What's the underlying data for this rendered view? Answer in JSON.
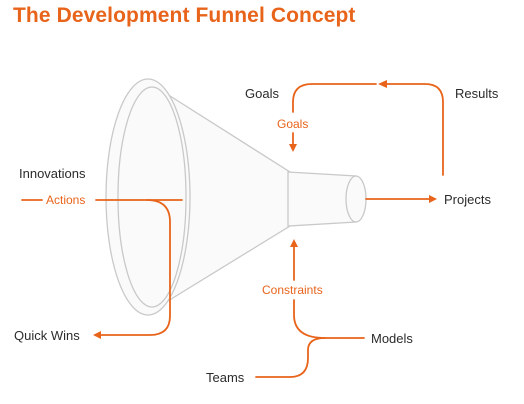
{
  "title": "The Development Funnel Concept",
  "labels": {
    "goals": "Goals",
    "results": "Results",
    "innovations": "Innovations",
    "projects": "Projects",
    "quick_wins": "Quick Wins",
    "models": "Models",
    "teams": "Teams"
  },
  "flow_labels": {
    "goals": "Goals",
    "actions": "Actions",
    "constraints": "Constraints"
  },
  "colors": {
    "accent": "#e8641b",
    "text": "#2b2b2b",
    "outline": "#c9c9c9"
  }
}
